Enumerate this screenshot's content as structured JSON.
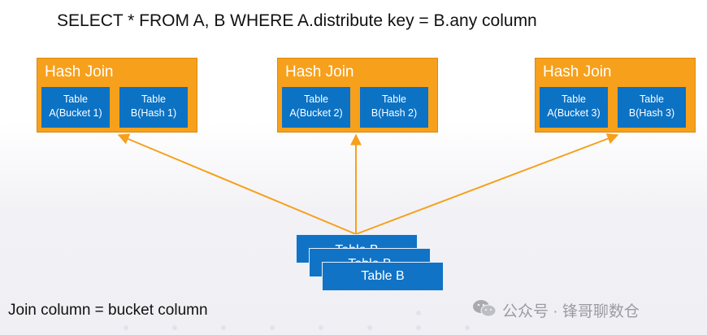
{
  "query": "SELECT * FROM A, B WHERE A.distribute key = B.any column",
  "footer": "Join column = bucket column",
  "watermark": "公众号 · 锋哥聊数仓",
  "colors": {
    "join_box": "#f7a01c",
    "table_box": "#0c72c4",
    "arrow": "#f7a01c"
  },
  "join_boxes": [
    {
      "title": "Hash Join",
      "left": {
        "line1": "Table",
        "line2": "A(Bucket 1)"
      },
      "right": {
        "line1": "Table",
        "line2": "B(Hash 1)"
      }
    },
    {
      "title": "Hash Join",
      "left": {
        "line1": "Table",
        "line2": "A(Bucket 2)"
      },
      "right": {
        "line1": "Table",
        "line2": "B(Hash 2)"
      }
    },
    {
      "title": "Hash Join",
      "left": {
        "line1": "Table",
        "line2": "A(Bucket 3)"
      },
      "right": {
        "line1": "Table",
        "line2": "B(Hash 3)"
      }
    }
  ],
  "table_b_stack": [
    "Table B",
    "Table B",
    "Table B"
  ]
}
